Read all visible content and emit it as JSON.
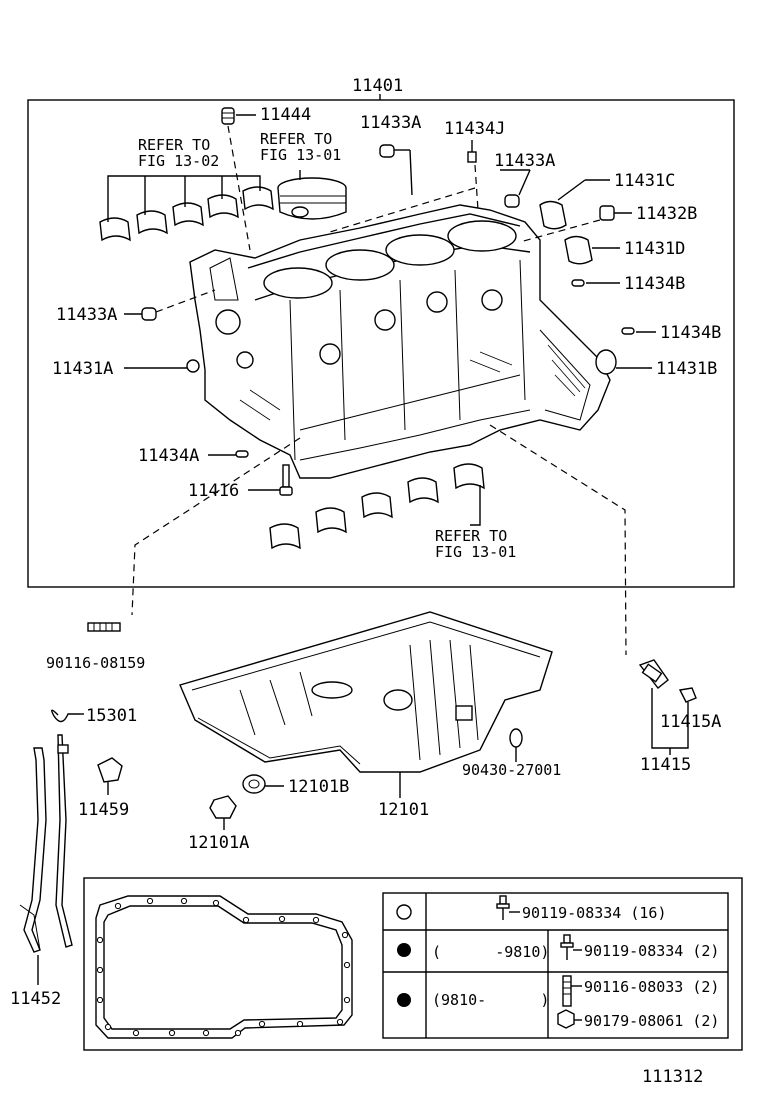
{
  "assembly_label": "11401",
  "callouts": {
    "p11444": "11444",
    "refer_a_line1": "REFER TO",
    "refer_a_line2": "FIG 13-02",
    "refer_b_line1": "REFER TO",
    "refer_b_line2": "FIG 13-01",
    "p11433A_top": "11433A",
    "p11434J": "11434J",
    "p11433A_right": "11433A",
    "p11431C": "11431C",
    "p11432B": "11432B",
    "p11431D": "11431D",
    "p11434B_top": "11434B",
    "p11433A_left": "11433A",
    "p11434B_mid": "11434B",
    "p11431A": "11431A",
    "p11431B": "11431B",
    "p11434A": "11434A",
    "p11416": "11416",
    "refer_c_line1": "REFER TO",
    "refer_c_line2": "FIG 13-01",
    "p90116_08159": "90116-08159",
    "p15301": "15301",
    "p11459": "11459",
    "p12101B": "12101B",
    "p12101": "12101",
    "p12101A": "12101A",
    "p90430_27001": "90430-27001",
    "p11415A": "11415A",
    "p11415": "11415",
    "p11452": "11452"
  },
  "legend_table": {
    "rows": [
      {
        "symbol": "open-circle",
        "condition": "",
        "parts": [
          "90119-08334 (16)"
        ]
      },
      {
        "symbol": "filled-circle",
        "condition": "(      -9810)",
        "parts": [
          "90119-08334 (2)"
        ]
      },
      {
        "symbol": "filled-circle",
        "condition": "(9810-      )",
        "parts": [
          "90116-08033 (2)",
          "90179-08061 (2)"
        ]
      }
    ]
  },
  "figure_number": "111312"
}
